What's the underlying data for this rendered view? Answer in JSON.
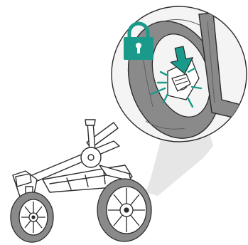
{
  "colors": {
    "accent": "#1a9a8a",
    "line": "#2b2b2b",
    "tire": "#8a8a8a",
    "tire_dark": "#707070",
    "frame_fill": "#ffffff",
    "callout_fill": "#f4f4f4",
    "shadow": "#e6e6e6"
  },
  "icons": {
    "lock": "padlock-locked",
    "arrow": "down-arrow",
    "click": "click-burst-lines"
  },
  "figure": {
    "depicts": "stroller-wheel-lock-detail"
  }
}
